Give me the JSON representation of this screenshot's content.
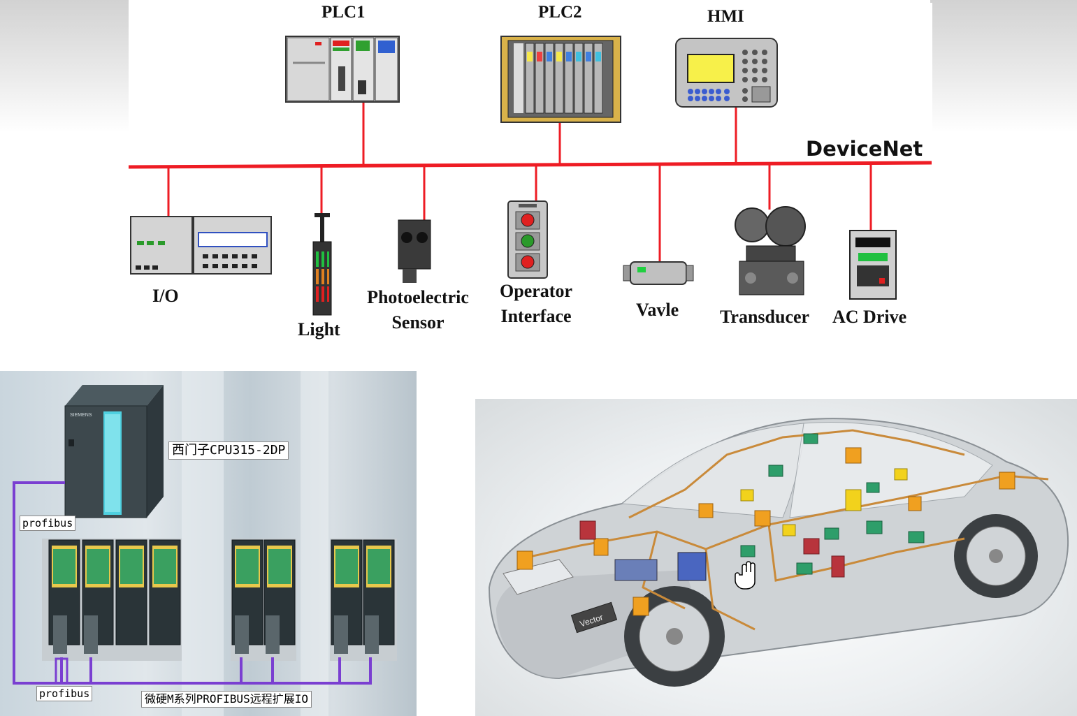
{
  "top_diagram": {
    "network_label": "DeviceNet",
    "upper_devices": [
      {
        "label": "PLC1"
      },
      {
        "label": "PLC2"
      },
      {
        "label": "HMI"
      }
    ],
    "lower_devices": [
      {
        "label": "I/O"
      },
      {
        "label": "Light"
      },
      {
        "label": "Photoelectric\nSensor"
      },
      {
        "label": "Operator\nInterface"
      },
      {
        "label": "Vavle"
      },
      {
        "label": "Transducer"
      },
      {
        "label": "AC Drive"
      }
    ],
    "colors": {
      "bus": "#ee1c24",
      "hmi_screen": "#f7f04a"
    }
  },
  "profibus_diagram": {
    "cpu_label": "西门子CPU315-2DP",
    "bus_label_top": "profibus",
    "bus_label_bottom": "profibus",
    "remote_io_label": "微硬M系列PROFIBUS远程扩展IO",
    "cpu_brand": "SIEMENS",
    "colors": {
      "cable": "#7a3fd1"
    }
  },
  "car_diagram": {
    "brand_plate": "Vector",
    "colors": {
      "ecu": "#f0a020",
      "bus_wire": "#c98a3a",
      "module_green": "#2e9e6a",
      "module_red": "#b8343c",
      "module_yellow": "#f2d21c"
    }
  }
}
